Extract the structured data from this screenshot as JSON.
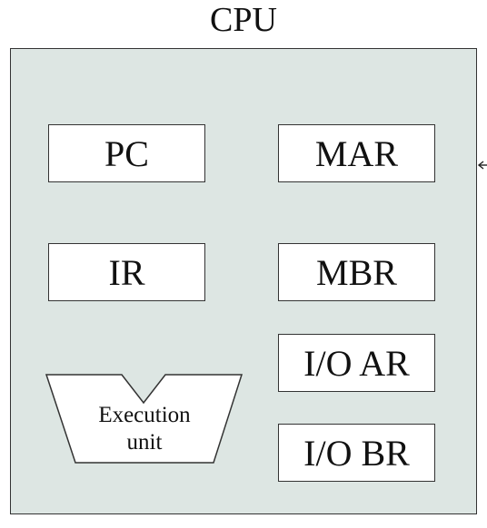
{
  "title": "CPU",
  "registers": {
    "pc": "PC",
    "mar": "MAR",
    "ir": "IR",
    "mbr": "MBR",
    "io_ar": "I/O AR",
    "io_br": "I/O BR"
  },
  "execution_unit": {
    "line1": "Execution",
    "line2": "unit"
  },
  "colors": {
    "cpu_fill": "#dde6e3",
    "register_fill": "#ffffff",
    "stroke": "#333333"
  }
}
